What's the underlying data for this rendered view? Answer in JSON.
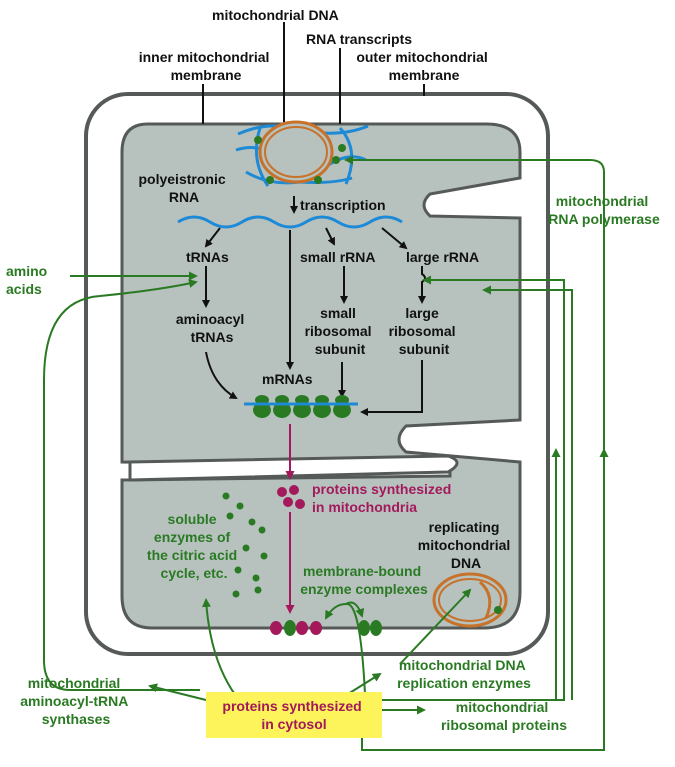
{
  "labels": {
    "mito_dna": "mitochondrial DNA",
    "rna_transcripts": "RNA transcripts",
    "inner_membrane": [
      "inner mitochondrial",
      "membrane"
    ],
    "outer_membrane": [
      "outer mitochondrial",
      "membrane"
    ],
    "polycistronic_rna": [
      "polyeistronic",
      "RNA"
    ],
    "transcription": "transcription",
    "mito_rna_polymerase": [
      "mitochondrial",
      "RNA polymerase"
    ],
    "trnas": "tRNAs",
    "small_rrna": "small rRNA",
    "large_rrna": "large rRNA",
    "amino_acids": [
      "amino",
      "acids"
    ],
    "aminoacyl_trnas": [
      "aminoacyl",
      "tRNAs"
    ],
    "small_subunit": [
      "small",
      "ribosomal",
      "subunit"
    ],
    "large_subunit": [
      "large",
      "ribosomal",
      "subunit"
    ],
    "mrnas": "mRNAs",
    "proteins_mito": [
      "proteins synthesized",
      "in mitochondria"
    ],
    "soluble_enzymes": [
      "soluble",
      "enzymes of",
      "the citric acid",
      "cycle, etc."
    ],
    "replicating_dna": [
      "replicating",
      "mitochondrial",
      "DNA"
    ],
    "membrane_bound": [
      "membrane-bound",
      "enzyme complexes"
    ],
    "aminoacyl_synthases": [
      "mitochondrial",
      "aminoacyl-tRNA",
      "synthases"
    ],
    "proteins_cytosol": [
      "proteins synthesized",
      "in cytosol"
    ],
    "dna_replication_enzymes": [
      "mitochondrial DNA",
      "replication enzymes"
    ],
    "ribosomal_proteins": [
      "mitochondrial",
      "ribosomal proteins"
    ]
  },
  "colors": {
    "green": "#2a7a23",
    "magenta": "#a3195b",
    "blue": "#1e8ad6",
    "orange": "#c7722a",
    "matrix": "#b7c2bf",
    "membrane": "#555a58",
    "highlight": "#fcf45a"
  }
}
